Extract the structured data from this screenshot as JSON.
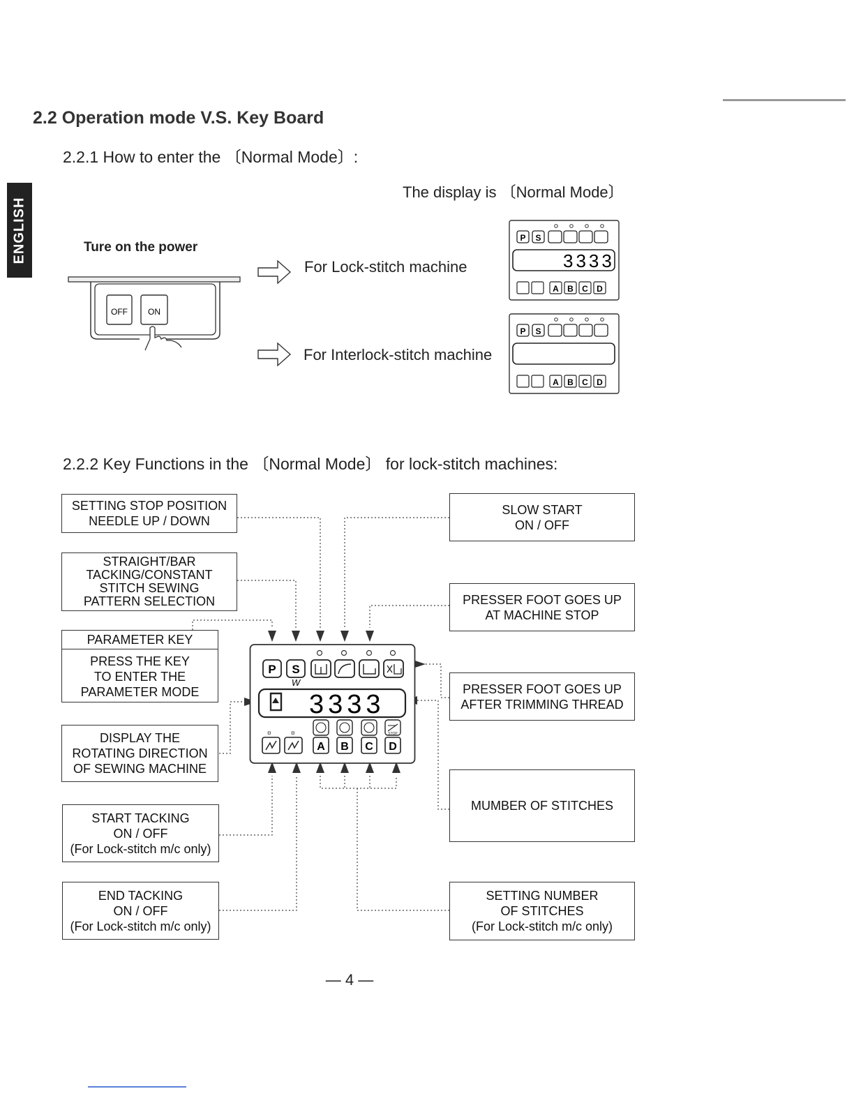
{
  "side_tab": "ENGLISH",
  "section_title": "2.2 Operation mode V.S. Key Board",
  "sub1": {
    "title": "2.2.1 How to enter the 〔Normal Mode〕:",
    "display_caption": "The display is 〔Normal Mode〕",
    "power_label": "Ture on the power",
    "switch_off": "OFF",
    "switch_on": "ON",
    "lock_label": "For Lock-stitch machine",
    "interlock_label": "For Interlock-stitch machine"
  },
  "panel": {
    "top_keys": [
      "P",
      "S"
    ],
    "bottom_keys": [
      "A",
      "B",
      "C",
      "D"
    ],
    "digits": "3333",
    "w_label": "W",
    "stop_label": "STOP"
  },
  "sub2": {
    "title": "2.2.2 Key Functions in the 〔Normal Mode〕 for lock-stitch machines:",
    "left": [
      {
        "lines": [
          "SETTING STOP POSITION",
          "NEEDLE UP / DOWN"
        ]
      },
      {
        "lines": [
          "STRAIGHT/BAR",
          "TACKING/CONSTANT",
          "STITCH SEWING",
          "PATTERN SELECTION"
        ]
      },
      {
        "lines": [
          "DISPLAY THE",
          "ROTATING DIRECTION",
          "OF SEWING MACHINE"
        ]
      },
      {
        "lines": [
          "START TACKING",
          "ON / OFF",
          "(For Lock-stitch m/c only)"
        ]
      },
      {
        "lines": [
          "END TACKING",
          "ON / OFF",
          "(For Lock-stitch m/c only)"
        ]
      }
    ],
    "parameter": {
      "head": "PARAMETER KEY",
      "lines": [
        "PRESS THE KEY",
        "TO ENTER THE",
        "PARAMETER MODE"
      ]
    },
    "right": [
      {
        "lines": [
          "SLOW START",
          "ON / OFF"
        ]
      },
      {
        "lines": [
          "PRESSER FOOT GOES UP",
          "AT MACHINE STOP"
        ]
      },
      {
        "lines": [
          "PRESSER FOOT GOES UP",
          "AFTER TRIMMING THREAD"
        ]
      },
      {
        "lines": [
          "MUMBER OF STITCHES"
        ]
      },
      {
        "lines": [
          "SETTING NUMBER",
          "OF STITCHES",
          "(For Lock-stitch m/c only)"
        ]
      }
    ]
  },
  "page_number": "— 4 —"
}
